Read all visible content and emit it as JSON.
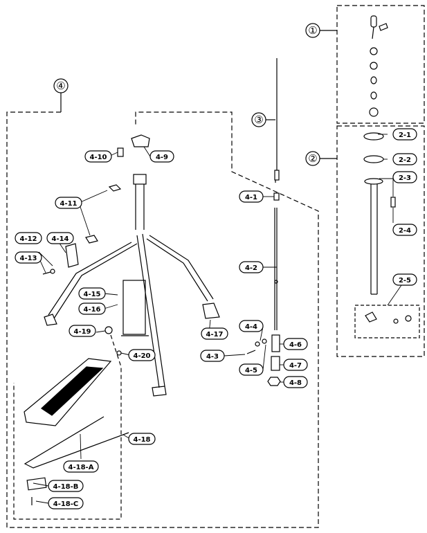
{
  "groups": [
    {
      "id": "g1",
      "number": "①"
    },
    {
      "id": "g2",
      "number": "②"
    },
    {
      "id": "g3",
      "number": "③"
    },
    {
      "id": "g4",
      "number": "④"
    }
  ],
  "labels": {
    "p2_1": "2-1",
    "p2_2": "2-2",
    "p2_3": "2-3",
    "p2_4": "2-4",
    "p2_5": "2-5",
    "p4_1": "4-1",
    "p4_2": "4-2",
    "p4_3": "4-3",
    "p4_4": "4-4",
    "p4_5": "4-5",
    "p4_6": "4-6",
    "p4_7": "4-7",
    "p4_8": "4-8",
    "p4_9": "4-9",
    "p4_10": "4-10",
    "p4_11": "4-11",
    "p4_12": "4-12",
    "p4_13": "4-13",
    "p4_14": "4-14",
    "p4_15": "4-15",
    "p4_16": "4-16",
    "p4_17": "4-17",
    "p4_18": "4-18",
    "p4_18A": "4-18-A",
    "p4_18B": "4-18-B",
    "p4_18C": "4-18-C",
    "p4_19": "4-19",
    "p4_20": "4-20"
  }
}
